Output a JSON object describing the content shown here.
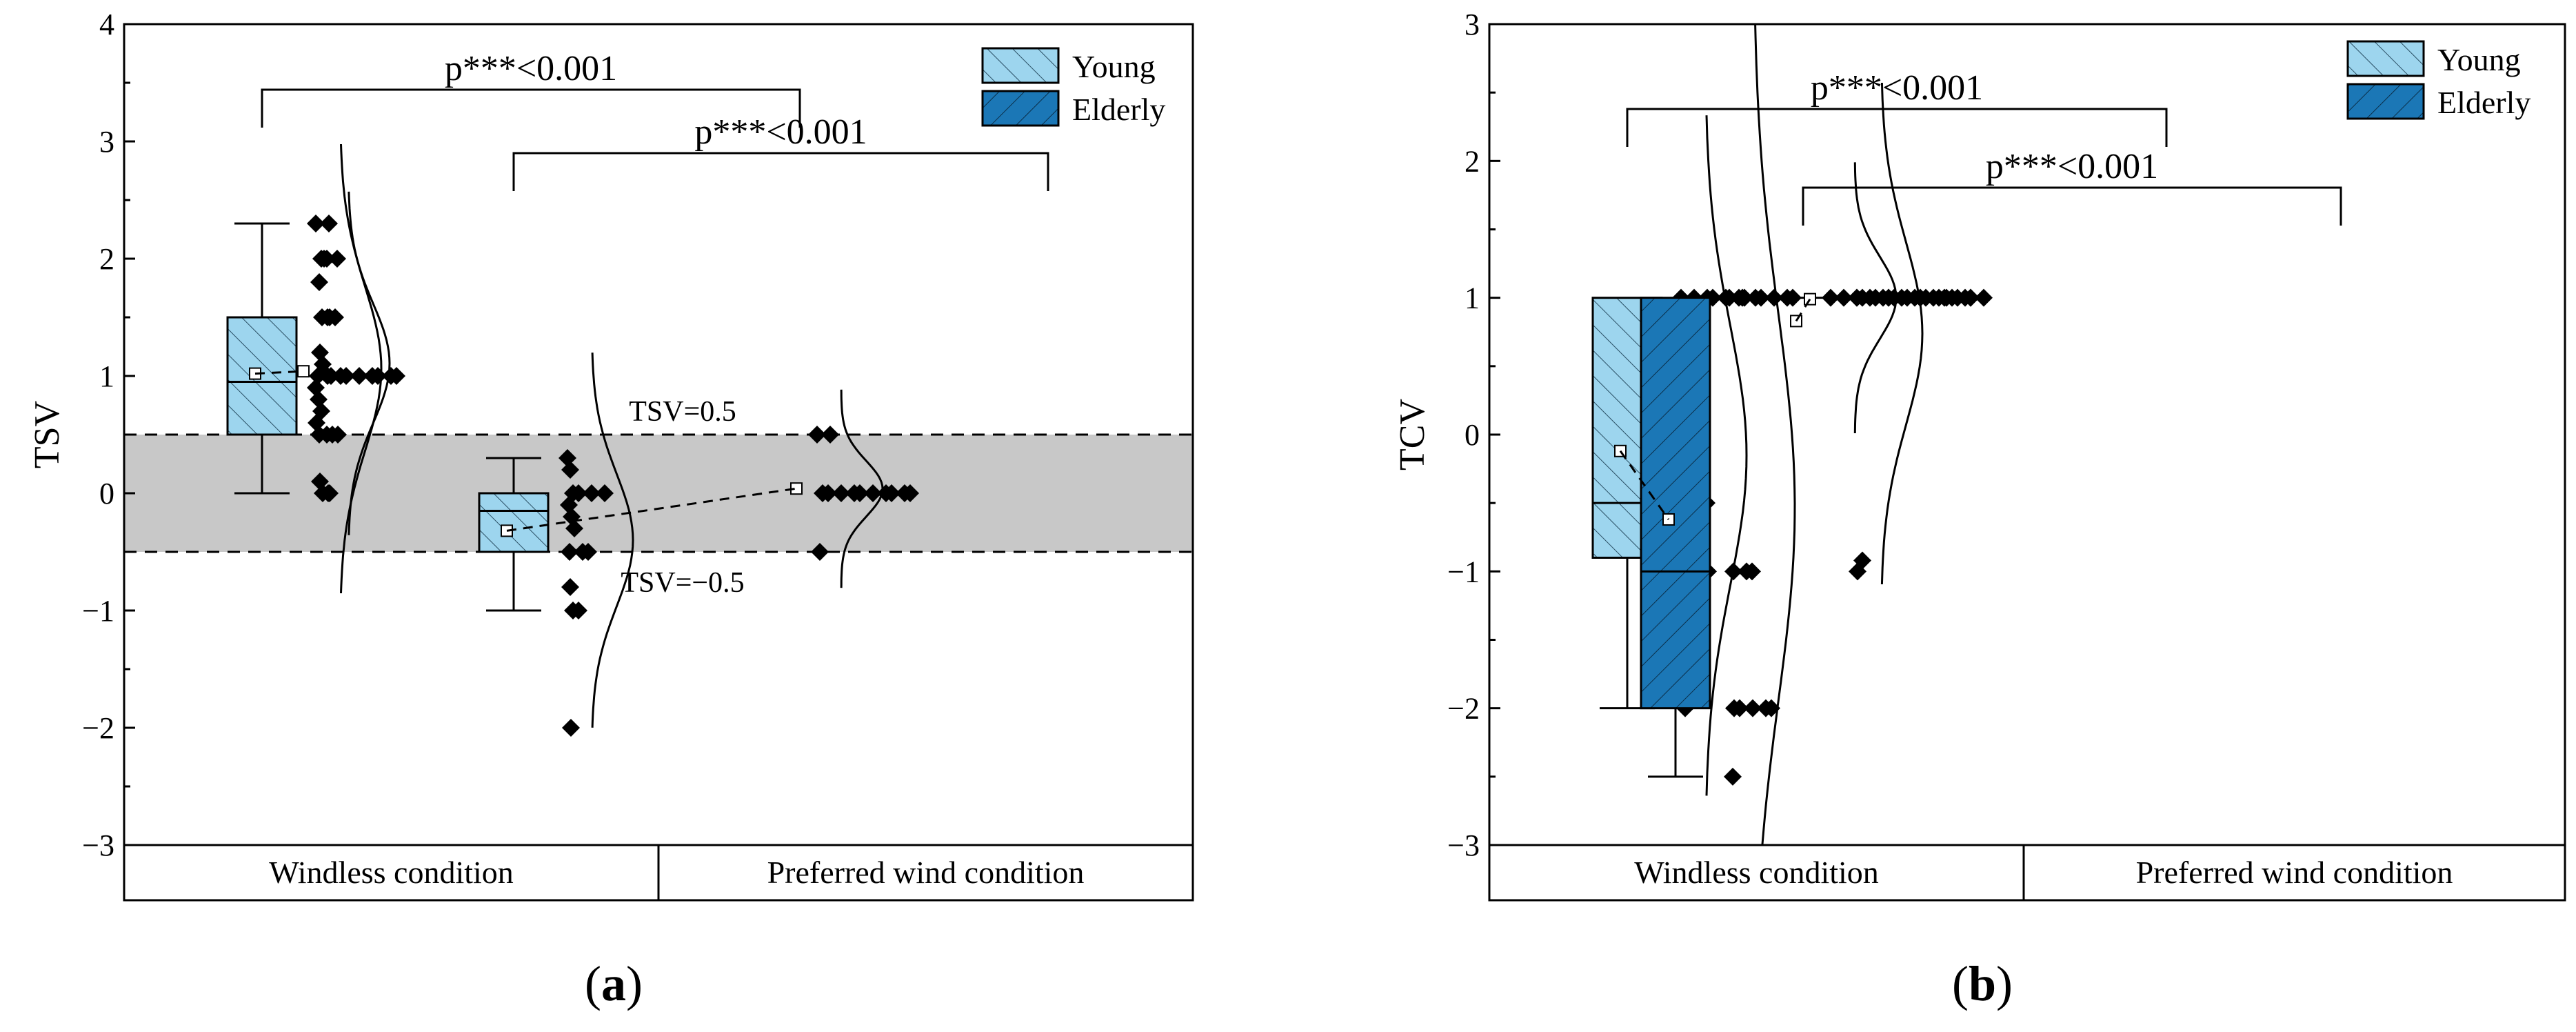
{
  "legend": {
    "young": {
      "label": "Young",
      "color": "#9dd5ee"
    },
    "elderly": {
      "label": "Elderly",
      "color": "#1b77b6"
    }
  },
  "chart_data": [
    {
      "type": "box",
      "panel_label": "a",
      "ylabel": "TSV",
      "xlabel": "",
      "ylim": [
        -3,
        4
      ],
      "yticks": [
        "−3",
        "−1",
        "−2",
        "0",
        "1",
        "2",
        "3",
        "4"
      ],
      "ytick_values": [
        -3,
        -1,
        -2,
        0,
        1,
        2,
        3,
        4
      ],
      "categories": [
        "Windless condition",
        "Preferred wind condition"
      ],
      "groups": [
        {
          "category": "Windless condition",
          "series": "Young",
          "min": 0,
          "q1": 0.5,
          "median": 0.95,
          "q3": 1.5,
          "max": 2.3,
          "mean": 1.02,
          "points": [
            2.3,
            2.3,
            2.0,
            2.0,
            1.8,
            1.5,
            1.5,
            1.2,
            1.1,
            1.0,
            1.0,
            0.9,
            0.8,
            0.7,
            0.6,
            0.5,
            0.5,
            0.5,
            0.1,
            0.0,
            0.0
          ]
        },
        {
          "category": "Windless condition",
          "series": "Elderly",
          "min": null,
          "q1": null,
          "median": null,
          "q3": null,
          "max": null,
          "mean": 1.04,
          "points": [
            2.0,
            2.0,
            1.5,
            1.5,
            1.0,
            1.0,
            1.0,
            1.0,
            1.0,
            1.0,
            1.0,
            1.0,
            0.5,
            0.0
          ]
        },
        {
          "category": "Preferred wind condition",
          "series": "Young",
          "min": -1.0,
          "q1": -0.5,
          "median": -0.15,
          "q3": 0,
          "max": 0.3,
          "mean": -0.32,
          "points": [
            0.3,
            0.2,
            0.0,
            0.0,
            0.0,
            0.0,
            -0.1,
            -0.2,
            -0.3,
            -0.5,
            -0.5,
            -0.5,
            -0.8,
            -1.0,
            -1.0,
            -2.0
          ]
        },
        {
          "category": "Preferred wind condition",
          "series": "Elderly",
          "min": null,
          "q1": null,
          "median": null,
          "q3": null,
          "max": null,
          "mean": 0.04,
          "points": [
            0.5,
            0.5,
            0.0,
            0.0,
            0.0,
            0.0,
            0.0,
            0.0,
            0.0,
            0.0,
            0.0,
            0.0,
            -0.5
          ]
        }
      ],
      "reference_lines": [
        {
          "y": 0.5,
          "label": "TSV=0.5"
        },
        {
          "y": -0.5,
          "label": "TSV=−0.5"
        }
      ],
      "shaded_band": [
        -0.5,
        0.5
      ],
      "significance": [
        {
          "label": "p***<0.001",
          "from": "Windless condition / Young",
          "to": "Preferred wind condition / Young"
        },
        {
          "label": "p***<0.001",
          "from": "Windless condition / Elderly",
          "to": "Preferred wind condition / Elderly"
        }
      ],
      "legend_position": "top-right"
    },
    {
      "type": "box",
      "panel_label": "b",
      "ylabel": "TCV",
      "xlabel": "",
      "ylim": [
        -3,
        3
      ],
      "yticks": [
        "−3",
        "−2",
        "−1",
        "0",
        "1",
        "2",
        "3"
      ],
      "ytick_values": [
        -3,
        -2,
        -1,
        0,
        1,
        2,
        3
      ],
      "categories": [
        "Windless condition",
        "Preferred wind condition"
      ],
      "groups": [
        {
          "category": "Windless condition",
          "series": "Young",
          "min": -2,
          "q1": -0.9,
          "median": -0.5,
          "q3": 1.0,
          "max": 1.0,
          "mean": -0.12,
          "points": [
            1,
            1,
            1,
            1,
            1,
            1,
            1,
            -0.1,
            -0.5,
            -0.5,
            -0.5,
            -0.6,
            -0.8,
            -0.8,
            -1.0,
            -1.0,
            -1.0,
            -1.1,
            -2.0
          ]
        },
        {
          "category": "Windless condition",
          "series": "Elderly",
          "min": -2.5,
          "q1": -2.0,
          "median": -1.0,
          "q3": 1.0,
          "max": 1.0,
          "mean": -0.62,
          "points": [
            1,
            1,
            1,
            1,
            1,
            1,
            1,
            -1.0,
            -1.0,
            -1.0,
            -2.0,
            -2.0,
            -2.0,
            -2.0,
            -2.0,
            -2.5
          ]
        },
        {
          "category": "Preferred wind condition",
          "series": "Young",
          "min": 1,
          "q1": 1,
          "median": 1,
          "q3": 1,
          "max": 1,
          "mean": 0.83,
          "points": [
            1,
            1,
            1,
            1,
            1,
            1,
            1,
            1,
            1,
            1,
            1,
            1,
            1,
            -0.92,
            -1.0
          ]
        },
        {
          "category": "Preferred wind condition",
          "series": "Elderly",
          "min": null,
          "q1": null,
          "median": null,
          "q3": null,
          "max": null,
          "mean": 0.99,
          "points": [
            1,
            1,
            1,
            1,
            1,
            1,
            1,
            1,
            1,
            1,
            1,
            1,
            1,
            1
          ]
        }
      ],
      "significance": [
        {
          "label": "p***<0.001",
          "from": "Windless condition / Young",
          "to": "Preferred wind condition / Young"
        },
        {
          "label": "p***<0.001",
          "from": "Windless condition / Elderly",
          "to": "Preferred wind condition / Elderly"
        }
      ],
      "legend_position": "top-right"
    }
  ]
}
